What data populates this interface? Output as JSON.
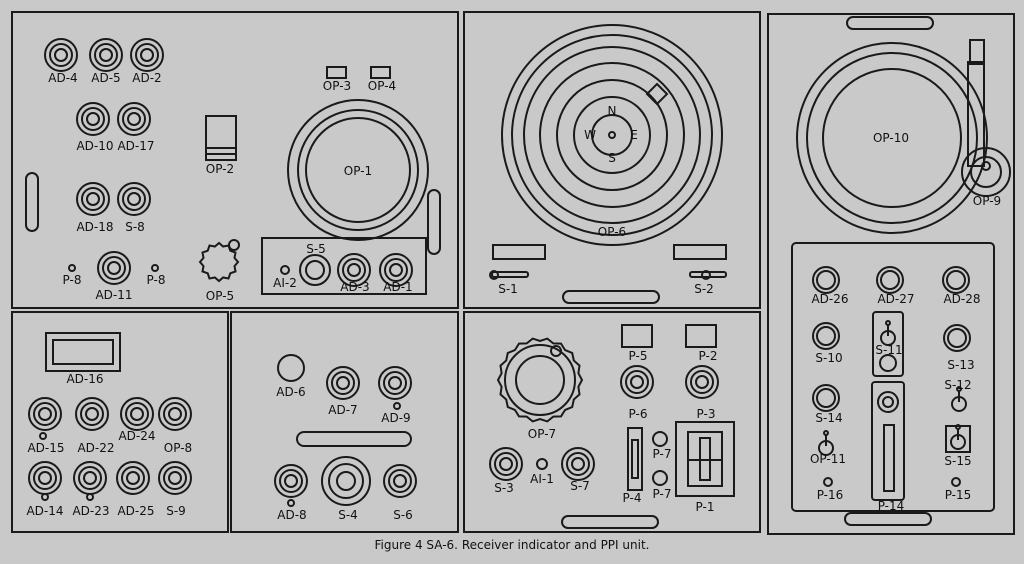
{
  "caption": "Figure 4 SA-6.   Receiver indicator and PPI unit.",
  "labels": {
    "ad4": "AD-4",
    "ad5": "AD-5",
    "ad2": "AD-2",
    "ad10": "AD-10",
    "ad17": "AD-17",
    "ad18": "AD-18",
    "s8": "S-8",
    "p8a": "P-8",
    "ad11": "AD-11",
    "p8b": "P-8",
    "op2": "OP-2",
    "op3": "OP-3",
    "op4": "OP-4",
    "op1": "OP-1",
    "op5": "OP-5",
    "s5": "S-5",
    "ai2": "AI-2",
    "ad3": "AD-3",
    "ad1": "AD-1",
    "n": "N",
    "e": "E",
    "s": "S",
    "w": "W",
    "op6": "OP-6",
    "s1": "S-1",
    "s2": "S-2",
    "op10": "OP-10",
    "op9": "OP-9",
    "ad26": "AD-26",
    "ad27": "AD-27",
    "ad28": "AD-28",
    "s10": "S-10",
    "s11": "S-11",
    "s13": "S-13",
    "s14": "S-14",
    "s12": "S-12",
    "op11": "OP-11",
    "s15": "S-15",
    "p16": "P-16",
    "p14": "P-14",
    "p15": "P-15",
    "ad16": "AD-16",
    "ad15": "AD-15",
    "ad22": "AD-22",
    "ad24": "AD-24",
    "op8": "OP-8",
    "ad14": "AD-14",
    "ad23": "AD-23",
    "ad25": "AD-25",
    "s9": "S-9",
    "ad6": "AD-6",
    "ad7": "AD-7",
    "ad9": "AD-9",
    "ad8": "AD-8",
    "s4": "S-4",
    "s6": "S-6",
    "p5": "P-5",
    "p2": "P-2",
    "p6": "P-6",
    "p3": "P-3",
    "op7": "OP-7",
    "p7a": "P-7",
    "p7b": "P-7",
    "s3": "S-3",
    "ai1": "AI-1",
    "s7": "S-7",
    "p4": "P-4",
    "p1": "P-1"
  }
}
